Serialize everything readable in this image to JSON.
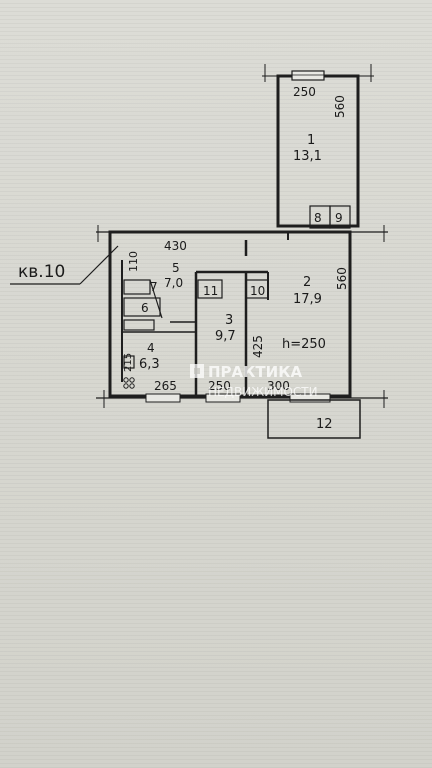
{
  "apartment_label": "кв.10",
  "rooms": [
    {
      "num": "1",
      "area": "13,1"
    },
    {
      "num": "2",
      "area": "17,9"
    },
    {
      "num": "3",
      "area": "9,7"
    },
    {
      "num": "4",
      "area": "6,3"
    },
    {
      "num": "5",
      "area": "7,0"
    }
  ],
  "small_rooms": [
    "6",
    "7",
    "8",
    "9",
    "10",
    "11"
  ],
  "dimensions": {
    "d250_top": "250",
    "d560_top": "560",
    "d430": "430",
    "d110": "110",
    "d560_right": "560",
    "d425": "425",
    "d215": "215",
    "d265": "265",
    "d250_bottom": "250",
    "d300": "300"
  },
  "ceiling_height": "h=250",
  "balcony_label": "12",
  "watermark": {
    "line1": "ПРАКТИКА",
    "line2": "НЕДВИЖИМОСТИ"
  }
}
